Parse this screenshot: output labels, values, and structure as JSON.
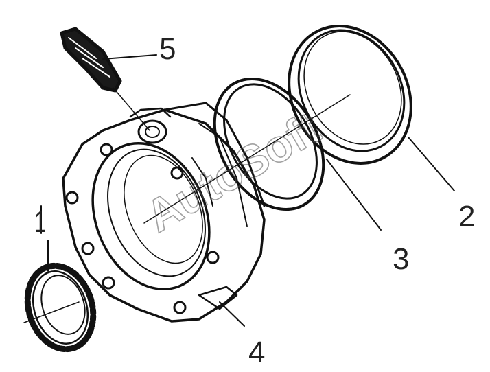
{
  "watermark": "AutoSoft",
  "callouts": [
    {
      "id": "1",
      "label": "1"
    },
    {
      "id": "2",
      "label": "2"
    },
    {
      "id": "3",
      "label": "3"
    },
    {
      "id": "4",
      "label": "4"
    },
    {
      "id": "5",
      "label": "5"
    }
  ],
  "colors": {
    "ink": "#111111",
    "background": "#ffffff"
  }
}
